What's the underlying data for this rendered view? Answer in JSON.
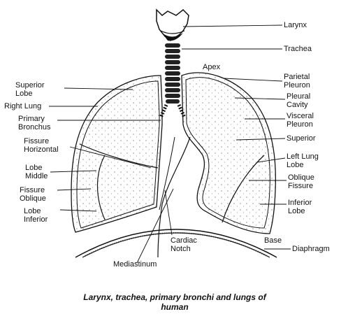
{
  "labels": {
    "larynx": "Larynx",
    "trachea": "Trachea",
    "apex": "Apex",
    "parietal_pleuron": [
      "Parietal",
      "Pleuron"
    ],
    "pleural_cavity": [
      "Pleural",
      "Cavity"
    ],
    "visceral_pleuron": [
      "Visceral",
      "Pleuron"
    ],
    "superior": "Superior",
    "left_lung_lobe": [
      "Left Lung",
      "Lobe"
    ],
    "oblique_fissure_right": [
      "Oblique",
      "Fissure"
    ],
    "inferior_lobe_right": [
      "Inferior",
      "Lobe"
    ],
    "base": "Base",
    "diaphragm": "Diaphragm",
    "superior_lobe_left": [
      "Superior",
      "Lobe"
    ],
    "right_lung": "Right Lung",
    "primary_bronchus": [
      "Primary",
      "Bronchus"
    ],
    "fissure_horizontal": [
      "Fissure",
      "Horizontal"
    ],
    "lobe_middle": [
      "Lobe",
      "Middle"
    ],
    "fissure_oblique": [
      "Fissure",
      "Oblique"
    ],
    "lobe_inferior": [
      "Lobe",
      "Inferior"
    ],
    "cardiac_notch": [
      "Cardiac",
      "Notch"
    ],
    "mediastinum": "Mediastinum"
  },
  "caption": [
    "Larynx, trachea, primary bronchi and lungs of",
    "human"
  ]
}
